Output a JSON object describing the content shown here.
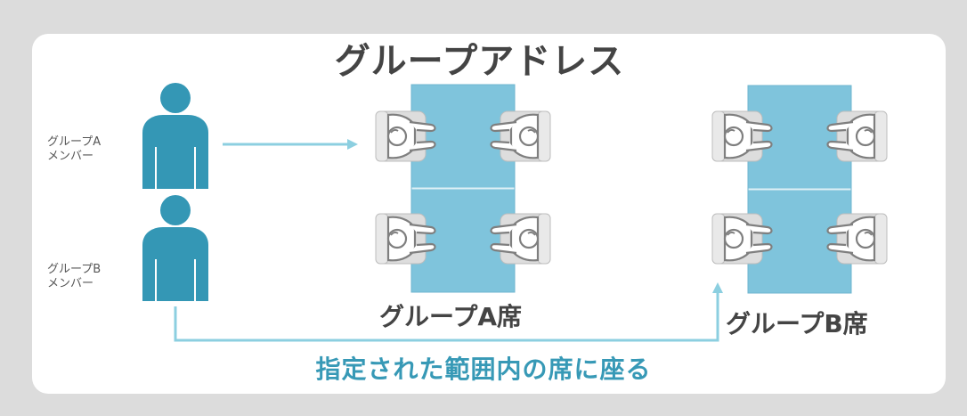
{
  "title": "グループアドレス",
  "members": [
    {
      "group": "グループA",
      "role": "メンバー"
    },
    {
      "group": "グループB",
      "role": "メンバー"
    }
  ],
  "seats": [
    {
      "label": "グループA席"
    },
    {
      "label": "グループB席"
    }
  ],
  "instruction": "指定された範囲内の席に座る",
  "colors": {
    "background": "#dcdcdc",
    "card": "#ffffff",
    "person": "#3497b5",
    "desk": "#7fc4dc",
    "arrow": "#8ccfe0",
    "instruction": "#3799b6",
    "text": "#444444"
  },
  "icons": [
    "person-icon",
    "desk-icon",
    "seated-worker-icon",
    "arrow-icon"
  ]
}
